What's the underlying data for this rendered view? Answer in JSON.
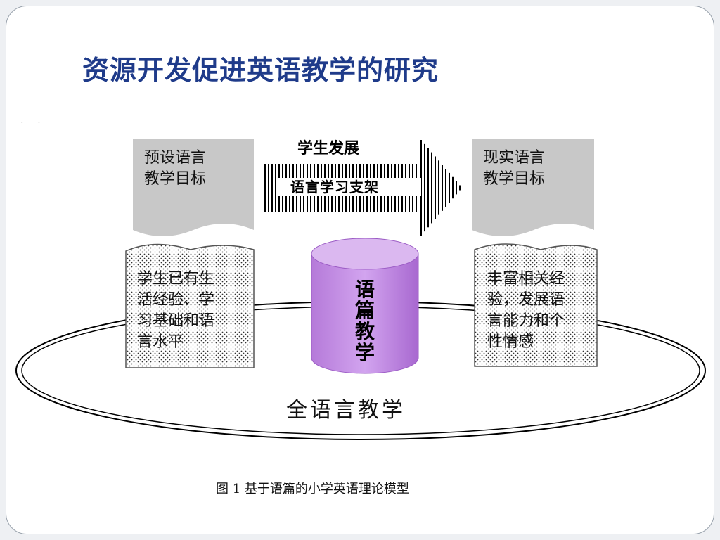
{
  "slide": {
    "title": "资源开发促进英语教学的研究"
  },
  "diagram": {
    "top_arrow": {
      "title": "学生发展",
      "label": "语言学习支架"
    },
    "left_goal": [
      "预设语言",
      "教学目标"
    ],
    "right_goal": [
      "现实语言",
      "教学目标"
    ],
    "left_base": [
      "学生已有生",
      "活经验、学",
      "习基础和语",
      "言水平"
    ],
    "right_base": [
      "丰富相关经",
      "验，发展语",
      "言能力和个",
      "性情感"
    ],
    "cylinder": [
      "语",
      "篇",
      "教",
      "学"
    ],
    "ellipse_label": "全语言教学",
    "caption": "图 1  基于语篇的小学英语理论模型",
    "colors": {
      "title": "#1f3b8a",
      "goal_fill": "#c8c8c8",
      "cylinder_fill": "#c48ee3",
      "cylinder_top": "#dbb8f0"
    }
  }
}
